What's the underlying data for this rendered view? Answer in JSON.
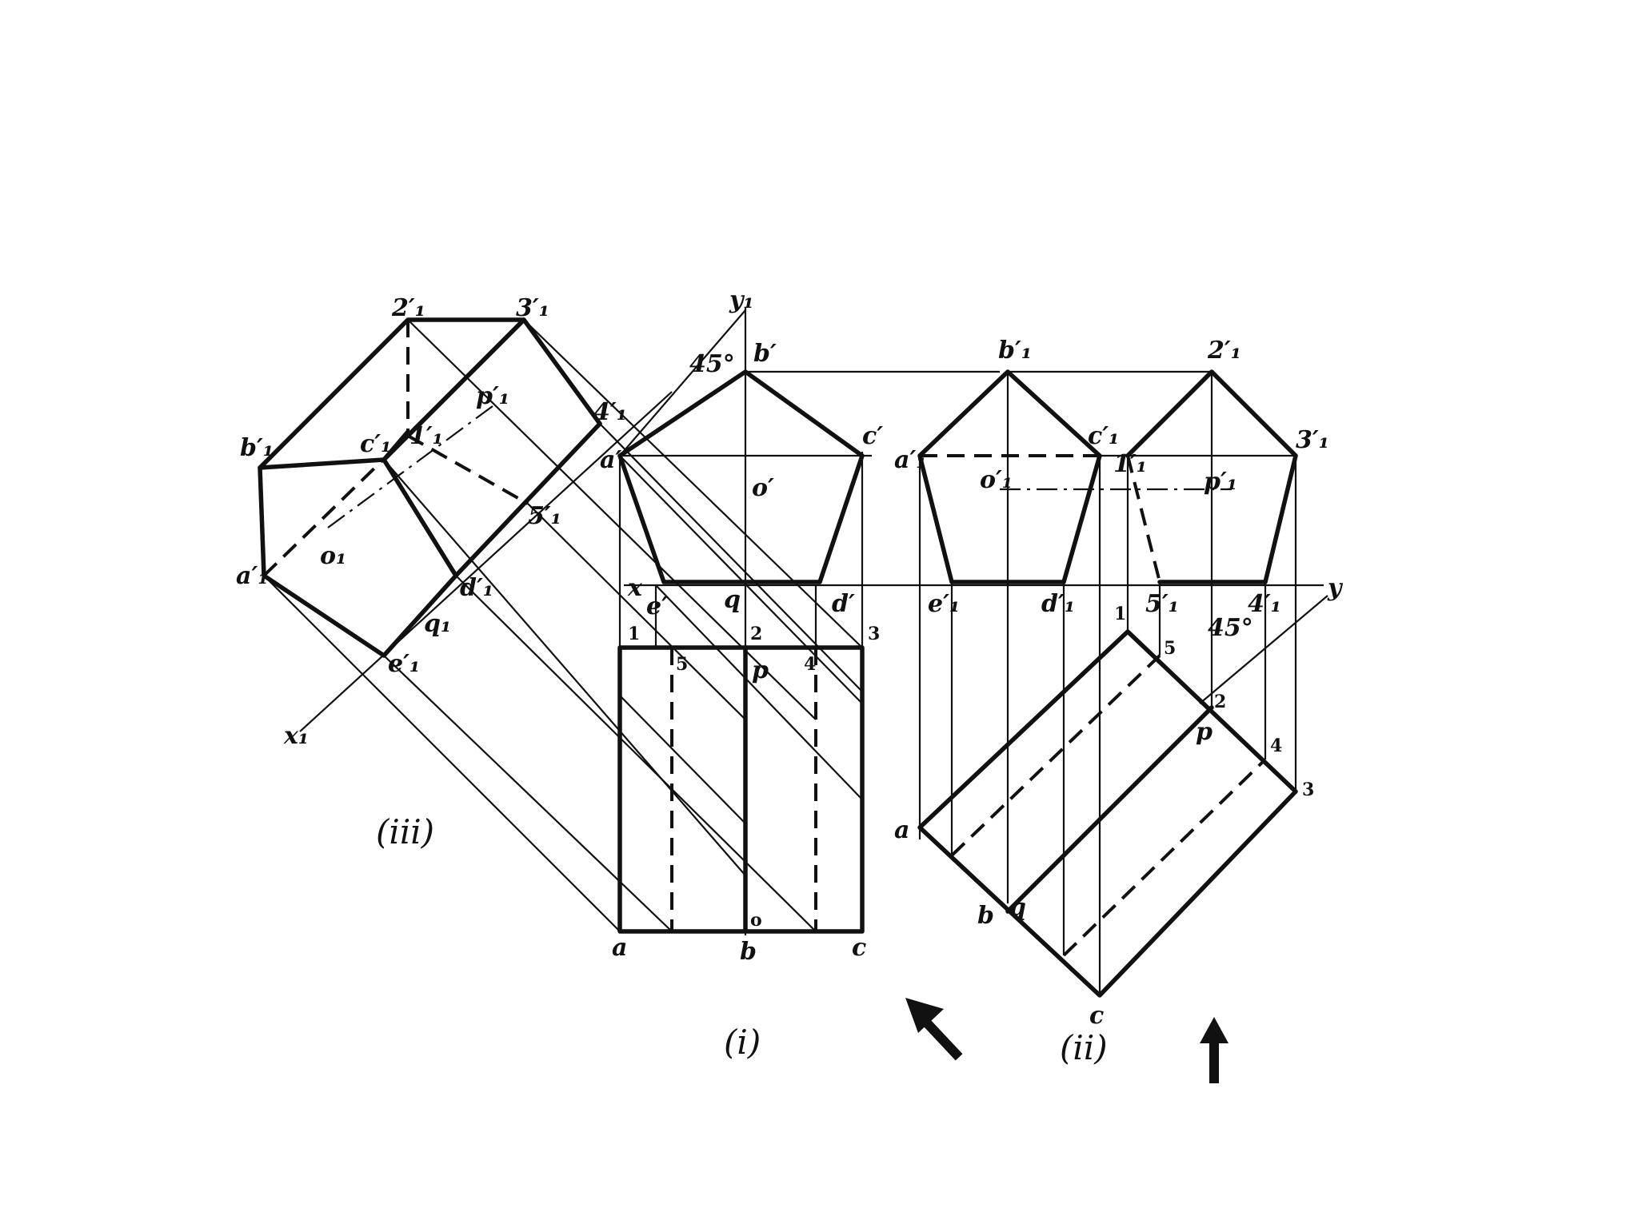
{
  "labels": {
    "front": {
      "y1": "y₁",
      "angle": "45°",
      "b_prime": "b′",
      "c_prime": "c′",
      "a_prime": "a′",
      "o_prime": "o′",
      "x": "x",
      "e_prime": "e′",
      "q": "q",
      "d_prime": "d′",
      "n1": "1",
      "n2": "2",
      "n3": "3",
      "n4": "4",
      "n5": "5",
      "p": "p",
      "a": "a",
      "b": "b",
      "c": "c",
      "o": "o"
    },
    "side": {
      "b1p": "b′₁",
      "n2p": "2′₁",
      "c1p": "c′₁",
      "n3p": "3′₁",
      "a1p": "a′₁",
      "o1p": "o′₁",
      "p1p": "p′₁",
      "e1p": "e′₁",
      "d1p": "d′₁",
      "n1p": "1′₁",
      "n5p": "5′₁",
      "n4p": "4′₁",
      "y": "y",
      "angle": "45°",
      "n1": "1",
      "n5": "5",
      "n2": "2",
      "p": "p",
      "n4": "4",
      "n3": "3",
      "a": "a",
      "b": "b",
      "q": "q",
      "c": "c"
    },
    "aux": {
      "n2p": "2′₁",
      "n3p": "3′₁",
      "b1p": "b′₁",
      "c1p": "c′₁",
      "n1p": "1′₁",
      "n4p": "4′₁",
      "p1p": "p′₁",
      "n5p": "5′₁",
      "a1p": "a′₁",
      "o1": "o₁",
      "d1p": "d′₁",
      "q1": "q₁",
      "e1p": "e′₁",
      "x1": "x₁"
    }
  },
  "captions": {
    "view_i": "(i)",
    "view_ii": "(ii)",
    "view_iii": "(iii)"
  },
  "icons": {
    "arrow_left": "arrow-up-left-icon",
    "arrow_up": "arrow-up-icon"
  }
}
